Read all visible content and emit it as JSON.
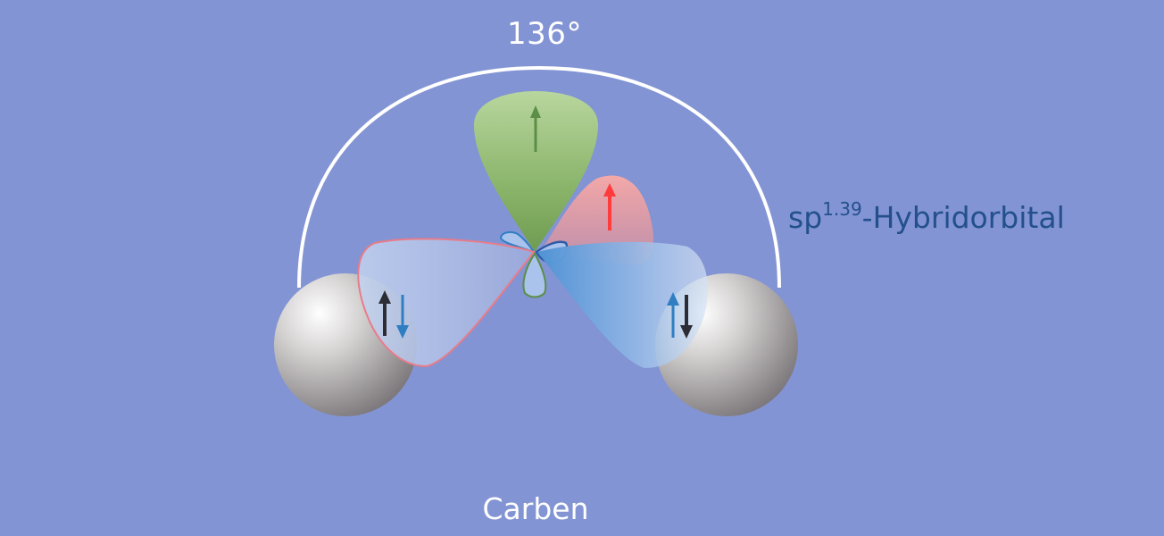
{
  "angle_label": "136°",
  "orbital_label": {
    "prefix": "sp",
    "exponent": "1.39",
    "suffix": "-Hybridorbital"
  },
  "caption": "Carben",
  "colors": {
    "background": "#8294d3",
    "angle_arc": "#ffffff",
    "sigma_orbital": "#a9c3ec",
    "lone_pair_orbital": "#85ad62",
    "p_orbital": "#f08c8c",
    "hydrogen_atom": "#b8b4b4",
    "spin_up_dark": "#2c2c34",
    "spin_blue": "#2f7ec2",
    "spin_red": "#ff3b3b",
    "spin_green": "#5c8e47",
    "label_blue": "#23508c"
  },
  "icons": [
    "spin-up-arrow-icon",
    "spin-down-arrow-icon"
  ]
}
